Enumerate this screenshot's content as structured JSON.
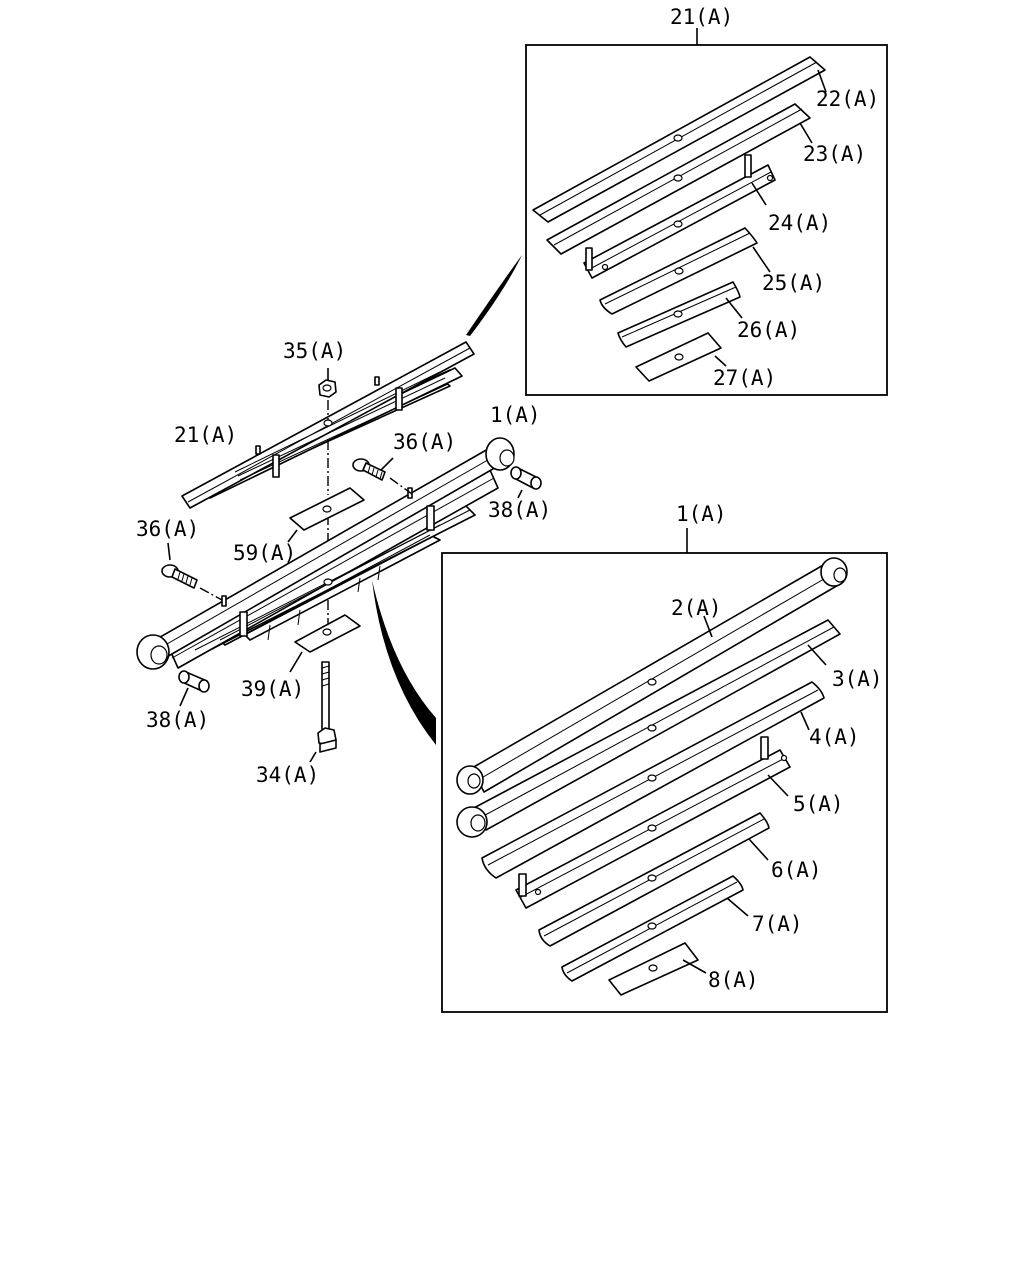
{
  "labels": {
    "l21_top": "21(A)",
    "l22": "22(A)",
    "l23": "23(A)",
    "l24": "24(A)",
    "l25": "25(A)",
    "l26": "26(A)",
    "l27": "27(A)",
    "l35": "35(A)",
    "l21_main": "21(A)",
    "l36_right": "36(A)",
    "l1_main": "1(A)",
    "l38_right": "38(A)",
    "l36_left": "36(A)",
    "l59": "59(A)",
    "l39": "39(A)",
    "l38_left": "38(A)",
    "l34": "34(A)",
    "l1_box": "1(A)",
    "l2": "2(A)",
    "l3": "3(A)",
    "l4": "4(A)",
    "l5": "5(A)",
    "l6": "6(A)",
    "l7": "7(A)",
    "l8": "8(A)"
  },
  "colors": {
    "line": "#000000",
    "background": "#ffffff"
  }
}
